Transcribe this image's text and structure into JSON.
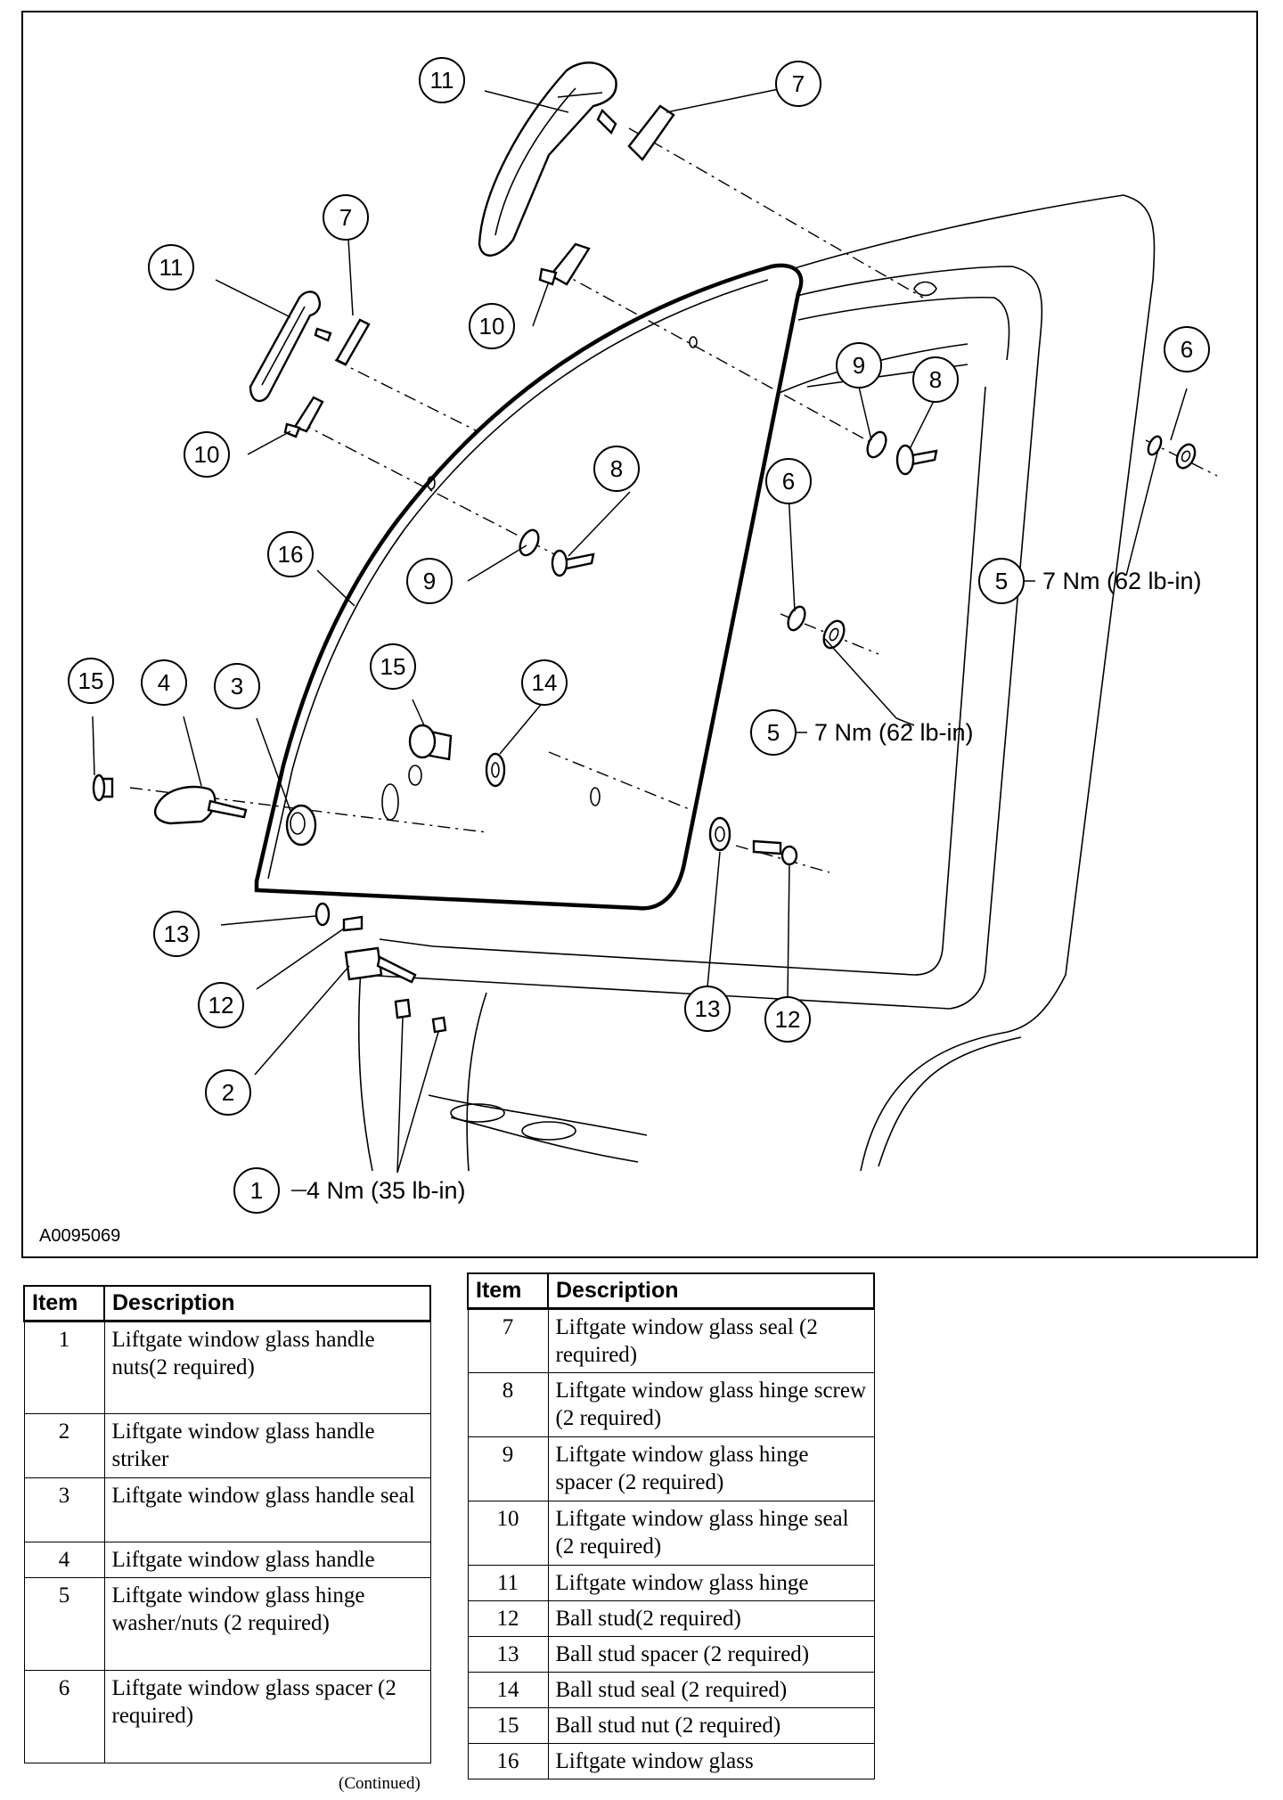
{
  "diagram": {
    "figure_id": "A0095069",
    "callouts": [
      {
        "label": "11"
      },
      {
        "label": "7"
      },
      {
        "label": "11"
      },
      {
        "label": "7"
      },
      {
        "label": "10"
      },
      {
        "label": "10"
      },
      {
        "label": "9"
      },
      {
        "label": "8"
      },
      {
        "label": "6"
      },
      {
        "label": "8"
      },
      {
        "label": "9"
      },
      {
        "label": "6"
      },
      {
        "label": "16"
      },
      {
        "label": "5"
      },
      {
        "label": "15"
      },
      {
        "label": "4"
      },
      {
        "label": "3"
      },
      {
        "label": "15"
      },
      {
        "label": "14"
      },
      {
        "label": "5"
      },
      {
        "label": "13"
      },
      {
        "label": "12"
      },
      {
        "label": "13"
      },
      {
        "label": "12"
      },
      {
        "label": "2"
      },
      {
        "label": "1"
      }
    ],
    "torque_labels": {
      "item5_upper": "7 Nm (62 lb-in)",
      "item5_lower": "7 Nm (62 lb-in)",
      "item1": "4 Nm (35 lb-in)"
    }
  },
  "legend_left": {
    "headers": {
      "item": "Item",
      "description": "Description"
    },
    "rows": [
      {
        "item": "1",
        "description": "Liftgate window glass handle nuts(2 required)"
      },
      {
        "item": "2",
        "description": "Liftgate window glass handle striker"
      },
      {
        "item": "3",
        "description": "Liftgate window glass handle seal"
      },
      {
        "item": "4",
        "description": "Liftgate window glass handle"
      },
      {
        "item": "5",
        "description": "Liftgate window glass hinge washer/nuts (2 required)"
      },
      {
        "item": "6",
        "description": "Liftgate window glass spacer (2 required)"
      }
    ],
    "footnote": "(Continued)"
  },
  "legend_right": {
    "headers": {
      "item": "Item",
      "description": "Description"
    },
    "rows": [
      {
        "item": "7",
        "description": "Liftgate window glass seal (2 required)"
      },
      {
        "item": "8",
        "description": "Liftgate window glass hinge screw (2 required)"
      },
      {
        "item": "9",
        "description": "Liftgate window glass hinge spacer (2 required)"
      },
      {
        "item": "10",
        "description": "Liftgate window glass hinge seal (2 required)"
      },
      {
        "item": "11",
        "description": "Liftgate window glass hinge"
      },
      {
        "item": "12",
        "description": "Ball stud(2 required)"
      },
      {
        "item": "13",
        "description": "Ball stud spacer (2 required)"
      },
      {
        "item": "14",
        "description": "Ball stud seal (2 required)"
      },
      {
        "item": "15",
        "description": "Ball stud nut (2 required)"
      },
      {
        "item": "16",
        "description": "Liftgate window glass"
      }
    ]
  }
}
